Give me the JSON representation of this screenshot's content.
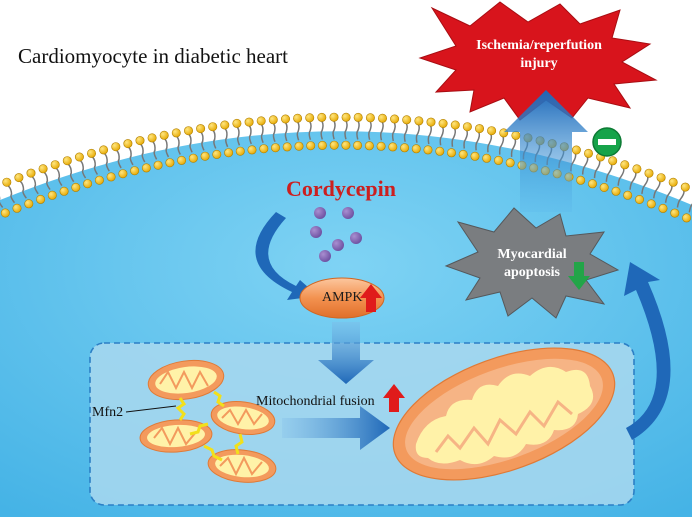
{
  "title": "Cardiomyocyte in diabetic heart",
  "drug": "Cordycepin",
  "ampk": "AMPK",
  "fusion": "Mitochondrial fusion",
  "mfn2": "Mfn2",
  "ischemia_line1": "Ischemia/reperfution",
  "ischemia_line2": "injury",
  "apoptosis_line1": "Myocardial",
  "apoptosis_line2": "apoptosis",
  "colors": {
    "cell": "#58c0ee",
    "drug": "#cc1f1f",
    "arrow": "#1f68b8",
    "ampk": "#f08a40",
    "starburst_red": "#d8141c",
    "starburst_gray": "#7a7d80",
    "up_arrow": "#e01b1b",
    "down_arrow": "#22a548",
    "inhibit": "#16a34a",
    "mito_outer": "#f39a5d",
    "mito_inner": "#fff2a8",
    "mfn2": "#f2e01a"
  },
  "icons": [
    "up-arrow-icon",
    "down-arrow-icon",
    "inhibition-icon"
  ]
}
